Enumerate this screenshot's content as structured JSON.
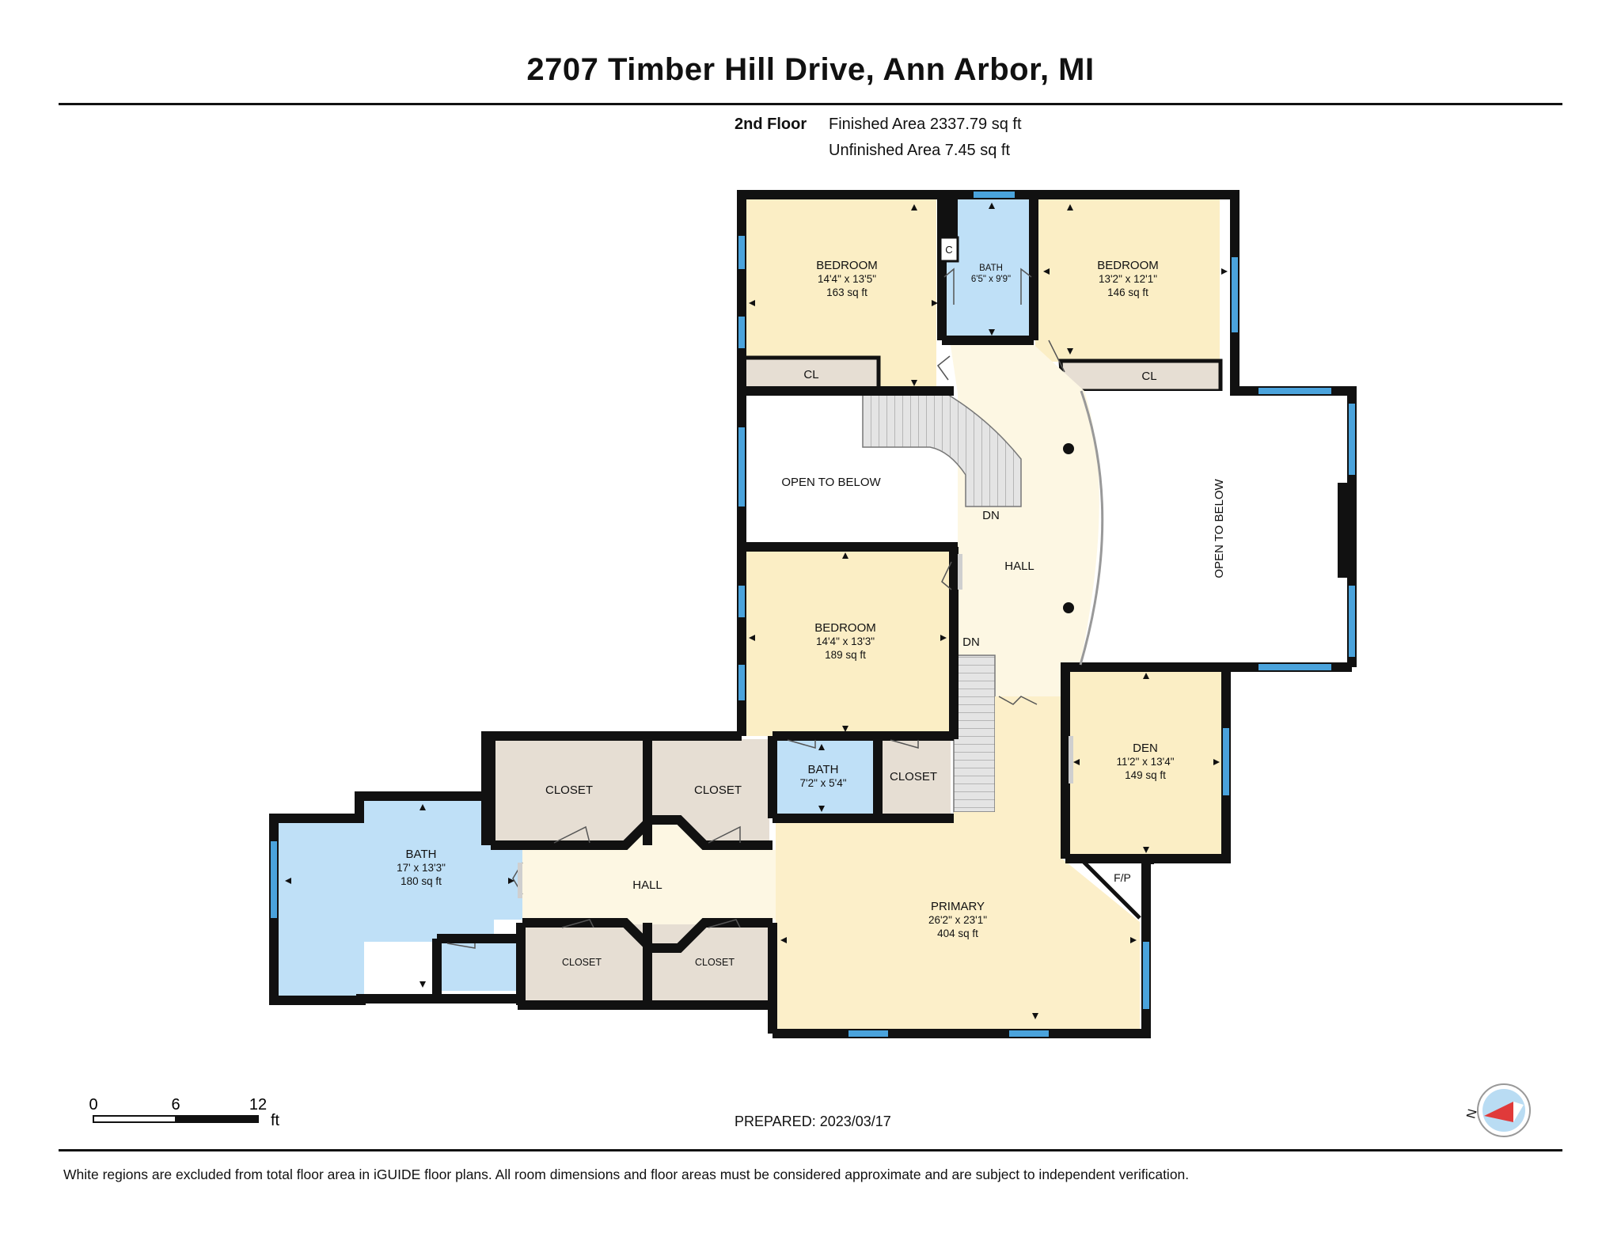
{
  "title": "2707 Timber Hill Drive, Ann Arbor, MI",
  "floor": {
    "name": "2nd Floor",
    "finished_area": "Finished Area 2337.79 sq ft",
    "unfinished_area": "Unfinished Area 7.45 sq ft"
  },
  "rooms": {
    "bedroom_nw": {
      "name": "BEDROOM",
      "dims": "14'4\" x 13'5\"",
      "area": "163 sq ft"
    },
    "bath_top": {
      "name": "BATH",
      "dims": "6'5\" x 9'9\""
    },
    "bedroom_ne": {
      "name": "BEDROOM",
      "dims": "13'2\" x 12'1\"",
      "area": "146 sq ft"
    },
    "bedroom_mid": {
      "name": "BEDROOM",
      "dims": "14'4\" x 13'3\"",
      "area": "189 sq ft"
    },
    "bath_small": {
      "name": "BATH",
      "dims": "7'2\" x 5'4\""
    },
    "den": {
      "name": "DEN",
      "dims": "11'2\" x 13'4\"",
      "area": "149 sq ft"
    },
    "bath_primary": {
      "name": "BATH",
      "dims": "17' x 13'3\"",
      "area": "180 sq ft"
    },
    "primary": {
      "name": "PRIMARY",
      "dims": "26'2\" x 23'1\"",
      "area": "404 sq ft"
    }
  },
  "labels": {
    "cl": "CL",
    "c": "C",
    "closet": "CLOSET",
    "hall": "HALL",
    "open_to_below": "OPEN TO BELOW",
    "dn": "DN",
    "fp": "F/P"
  },
  "scale": {
    "ticks": [
      "0",
      "6",
      "12"
    ],
    "unit": "ft"
  },
  "prepared": "PREPARED: 2023/03/17",
  "compass_letter": "N",
  "footer": "White regions are excluded from total floor area in iGUIDE floor plans. All room dimensions and floor areas must be considered approximate and are subject to independent verification.",
  "colors": {
    "bedroom": "#fbeec5",
    "bath": "#bfe0f7",
    "closet": "#e6ded3",
    "hall": "#fdf7e3",
    "primary": "#fcefc9",
    "wall": "#111111",
    "window": "#4aa3dc"
  }
}
